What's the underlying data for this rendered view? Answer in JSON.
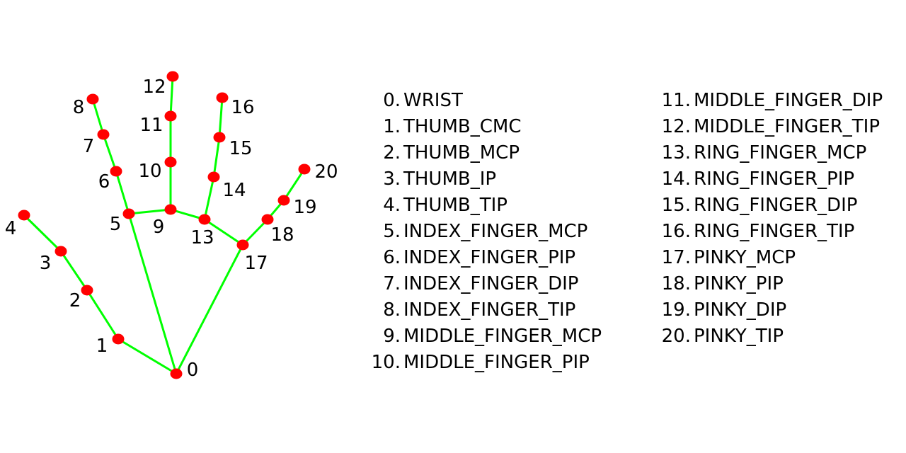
{
  "colors": {
    "connection": "#00ff00",
    "joint": "#ff0000",
    "text": "#000000",
    "background": "#ffffff"
  },
  "landmarks": [
    {
      "id": 0,
      "label": "0",
      "name": "WRIST"
    },
    {
      "id": 1,
      "label": "1",
      "name": "THUMB_CMC"
    },
    {
      "id": 2,
      "label": "2",
      "name": "THUMB_MCP"
    },
    {
      "id": 3,
      "label": "3",
      "name": "THUMB_IP"
    },
    {
      "id": 4,
      "label": "4",
      "name": "THUMB_TIP"
    },
    {
      "id": 5,
      "label": "5",
      "name": "INDEX_FINGER_MCP"
    },
    {
      "id": 6,
      "label": "6",
      "name": "INDEX_FINGER_PIP"
    },
    {
      "id": 7,
      "label": "7",
      "name": "INDEX_FINGER_DIP"
    },
    {
      "id": 8,
      "label": "8",
      "name": "INDEX_FINGER_TIP"
    },
    {
      "id": 9,
      "label": "9",
      "name": "MIDDLE_FINGER_MCP"
    },
    {
      "id": 10,
      "label": "10",
      "name": "MIDDLE_FINGER_PIP"
    },
    {
      "id": 11,
      "label": "11",
      "name": "MIDDLE_FINGER_DIP"
    },
    {
      "id": 12,
      "label": "12",
      "name": "MIDDLE_FINGER_TIP"
    },
    {
      "id": 13,
      "label": "13",
      "name": "RING_FINGER_MCP"
    },
    {
      "id": 14,
      "label": "14",
      "name": "RING_FINGER_PIP"
    },
    {
      "id": 15,
      "label": "15",
      "name": "RING_FINGER_DIP"
    },
    {
      "id": 16,
      "label": "16",
      "name": "RING_FINGER_TIP"
    },
    {
      "id": 17,
      "label": "17",
      "name": "PINKY_MCP"
    },
    {
      "id": 18,
      "label": "18",
      "name": "PINKY_PIP"
    },
    {
      "id": 19,
      "label": "19",
      "name": "PINKY_DIP"
    },
    {
      "id": 20,
      "label": "20",
      "name": "PINKY_TIP"
    }
  ],
  "connections": [
    [
      0,
      1
    ],
    [
      1,
      2
    ],
    [
      2,
      3
    ],
    [
      3,
      4
    ],
    [
      0,
      5
    ],
    [
      5,
      6
    ],
    [
      6,
      7
    ],
    [
      7,
      8
    ],
    [
      5,
      9
    ],
    [
      9,
      10
    ],
    [
      10,
      11
    ],
    [
      11,
      12
    ],
    [
      9,
      13
    ],
    [
      13,
      14
    ],
    [
      14,
      15
    ],
    [
      15,
      16
    ],
    [
      13,
      17
    ],
    [
      0,
      17
    ],
    [
      17,
      18
    ],
    [
      18,
      19
    ],
    [
      19,
      20
    ]
  ]
}
